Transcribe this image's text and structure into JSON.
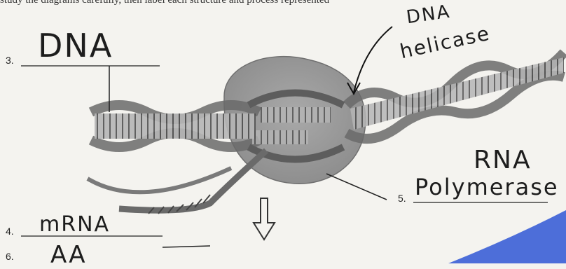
{
  "instructions_fragment": "study the diagrams carefully, then label each structure and process represented",
  "labels": [
    {
      "number": "3.",
      "answer": "DNA"
    },
    {
      "number": "4.",
      "answer": "mRNA"
    },
    {
      "number": "5.",
      "answer": "Polymerase",
      "answer_line1": "RNA"
    },
    {
      "number": "6.",
      "answer": "AA"
    }
  ],
  "annotation": {
    "line1": "DNA",
    "line2": "helicase"
  },
  "colors": {
    "ink": "#1d1d1d",
    "dna": "#8a8a8a",
    "bubble": "#9c9c9c",
    "marker": "#3b5fd6"
  }
}
